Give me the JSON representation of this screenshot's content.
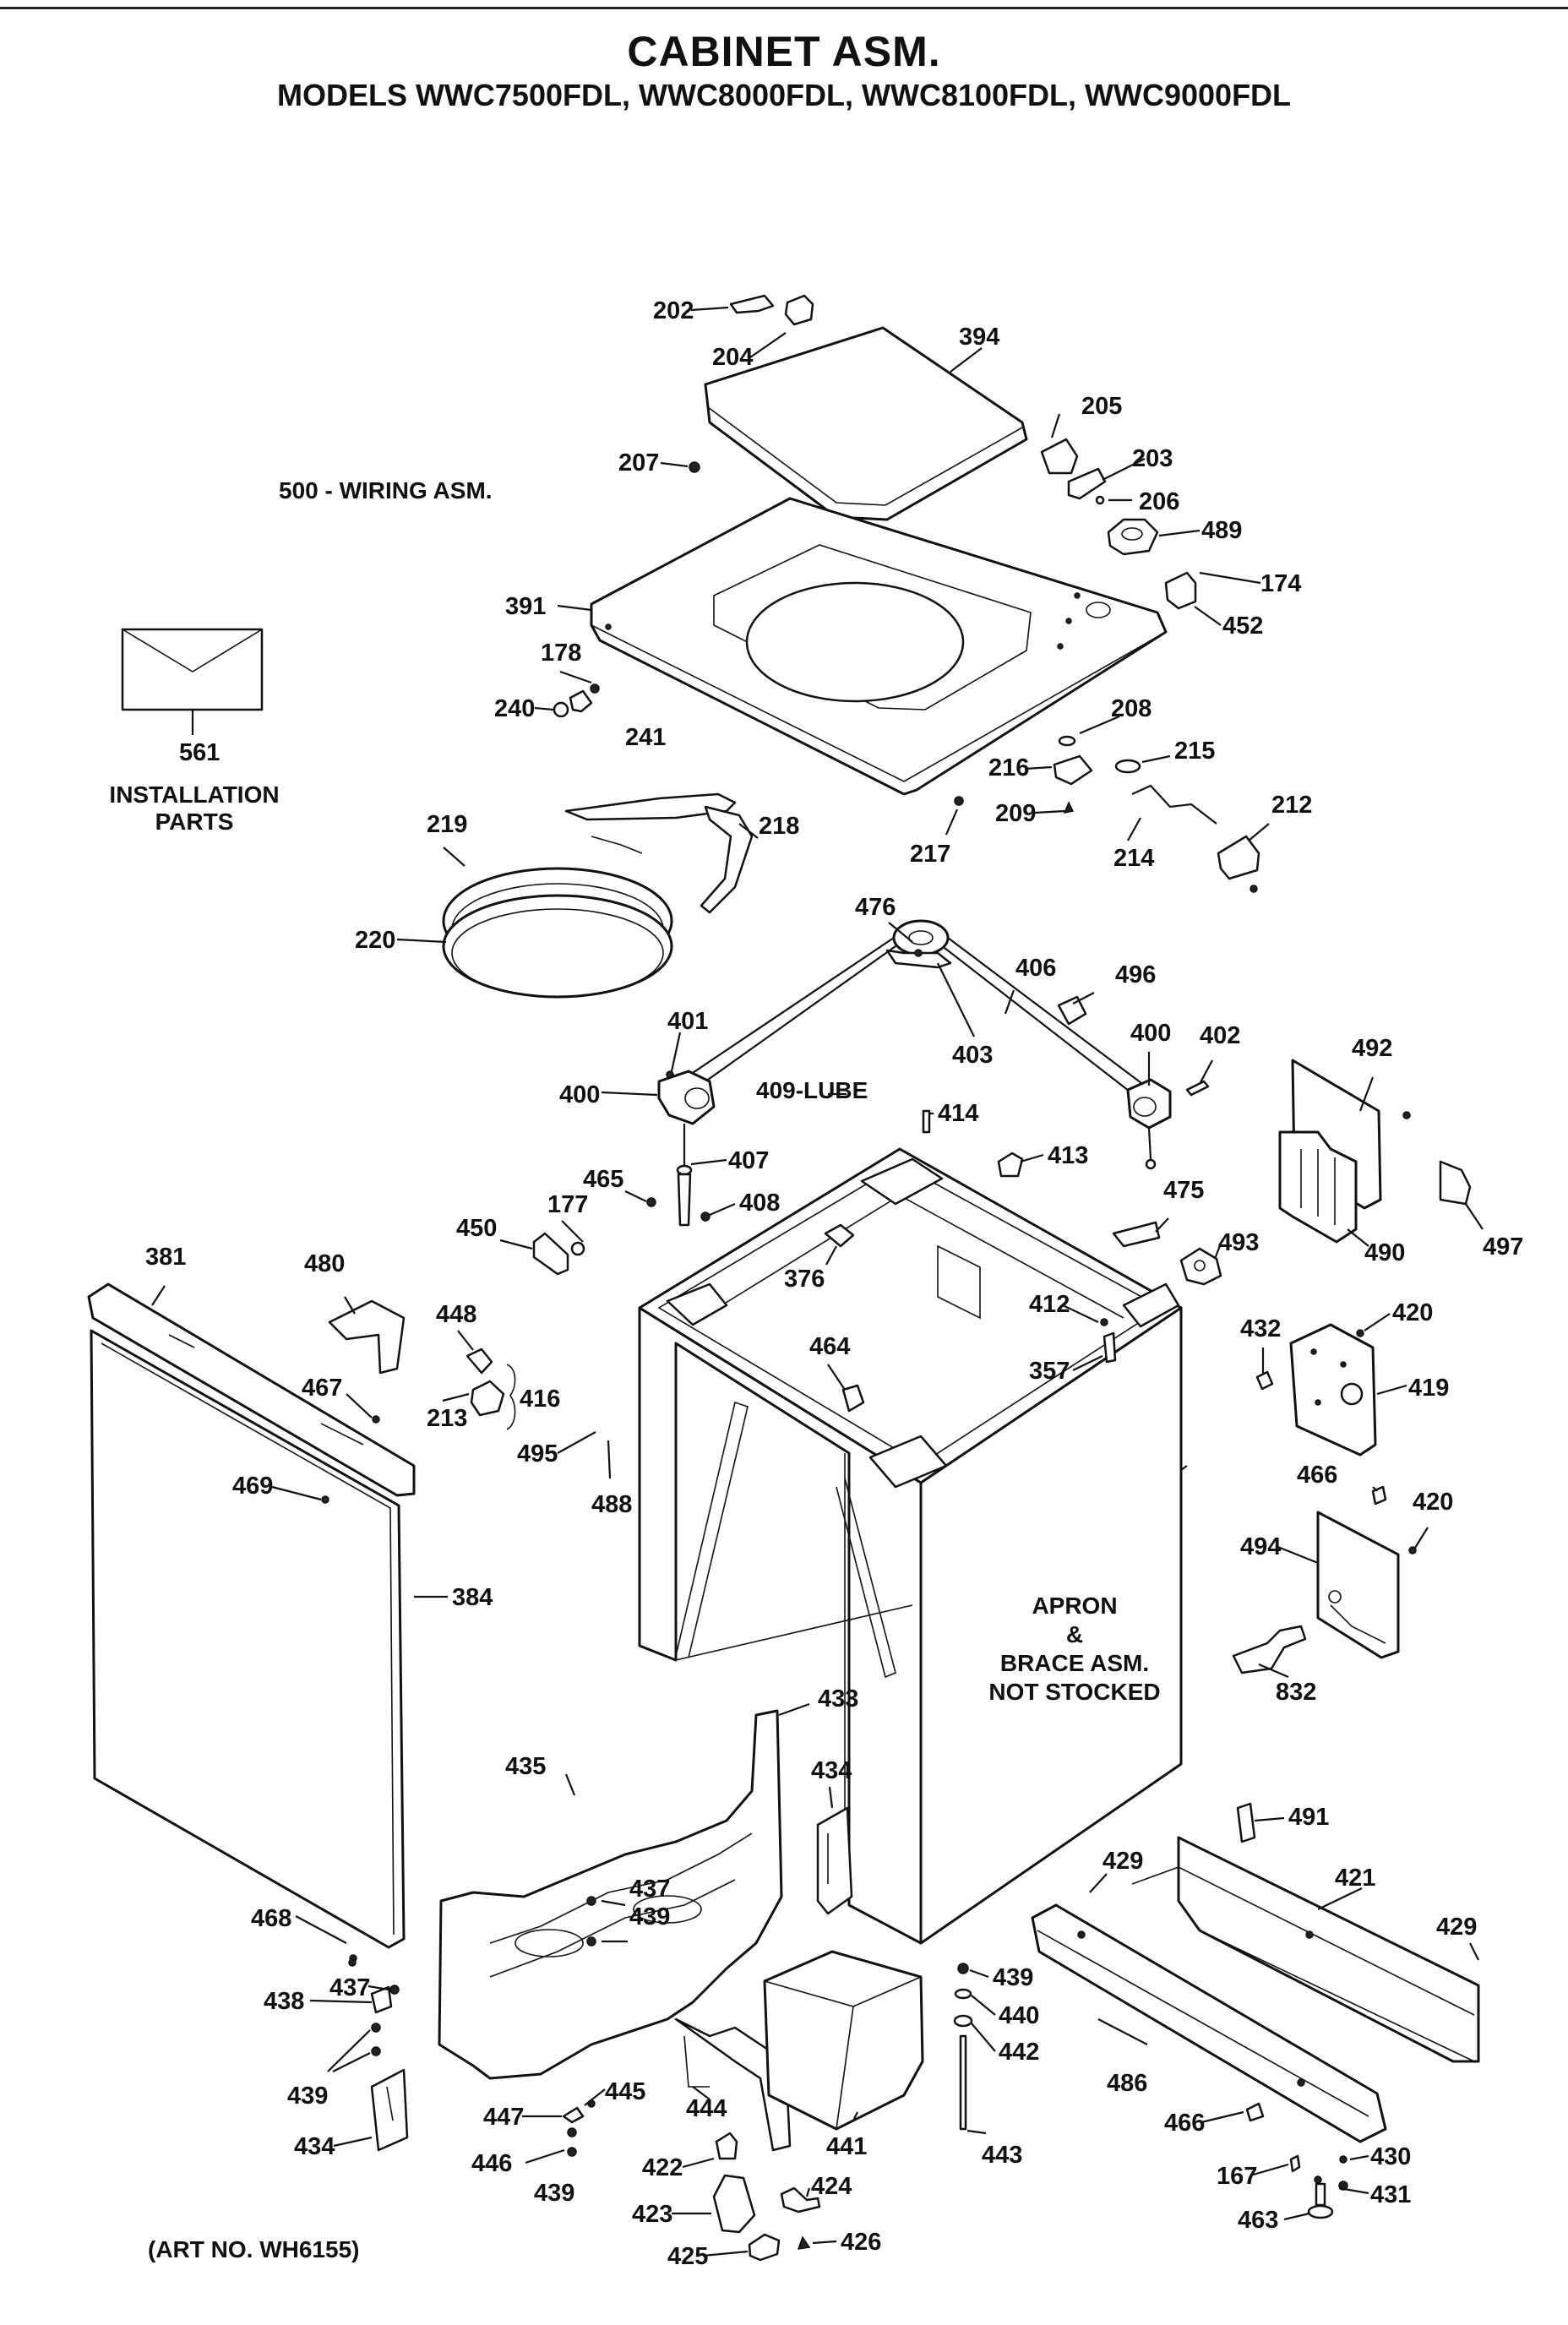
{
  "title": "CABINET ASM.",
  "subtitle": "MODELS WWC7500FDL, WWC8000FDL, WWC8100FDL, WWC9000FDL",
  "notes": {
    "wiring": "500 - WIRING ASM.",
    "install_num": "561",
    "install_line1": "INSTALLATION",
    "install_line2": "PARTS",
    "lube": "409-LUBE",
    "apron1": "APRON",
    "apron2": "&",
    "apron3": "BRACE ASM.",
    "apron4": "NOT STOCKED",
    "art": "(ART NO. WH6155)"
  },
  "callouts": {
    "c202": "202",
    "c204": "204",
    "c394": "394",
    "c205": "205",
    "c203": "203",
    "c206": "206",
    "c207": "207",
    "c489": "489",
    "c174": "174",
    "c391": "391",
    "c452": "452",
    "c178": "178",
    "c240": "240",
    "c241": "241",
    "c208": "208",
    "c215": "215",
    "c216": "216",
    "c209": "209",
    "c212": "212",
    "c217": "217",
    "c214": "214",
    "c219": "219",
    "c218": "218",
    "c220": "220",
    "c476": "476",
    "c406": "406",
    "c496": "496",
    "c401": "401",
    "c403": "403",
    "c400a": "400",
    "c400b": "400",
    "c402": "402",
    "c492": "492",
    "c414": "414",
    "c407": "407",
    "c413": "413",
    "c465": "465",
    "c177": "177",
    "c408": "408",
    "c475": "475",
    "c450": "450",
    "c497": "497",
    "c493": "493",
    "c490": "490",
    "c381": "381",
    "c480": "480",
    "c376": "376",
    "c448": "448",
    "c412": "412",
    "c432": "432",
    "c420a": "420",
    "c464": "464",
    "c357": "357",
    "c467": "467",
    "c213": "213",
    "c416": "416",
    "c419": "419",
    "c495": "495",
    "c488": "488",
    "c469": "469",
    "c466a": "466",
    "c420b": "420",
    "c494": "494",
    "c384": "384",
    "c832": "832",
    "c433": "433",
    "c435": "435",
    "c434a": "434",
    "c491": "491",
    "c429a": "429",
    "c421": "421",
    "c429b": "429",
    "c468": "468",
    "c437a": "437",
    "c439a": "439",
    "c437b": "437",
    "c438": "438",
    "c439b": "439",
    "c440": "440",
    "c442": "442",
    "c486": "486",
    "c439c": "439",
    "c445": "445",
    "c444": "444",
    "c434b": "434",
    "c447": "447",
    "c441": "441",
    "c466b": "466",
    "c430": "430",
    "c446": "446",
    "c439d": "439",
    "c443": "443",
    "c167": "167",
    "c422": "422",
    "c424": "424",
    "c431": "431",
    "c423": "423",
    "c463": "463",
    "c425": "425",
    "c426": "426"
  }
}
